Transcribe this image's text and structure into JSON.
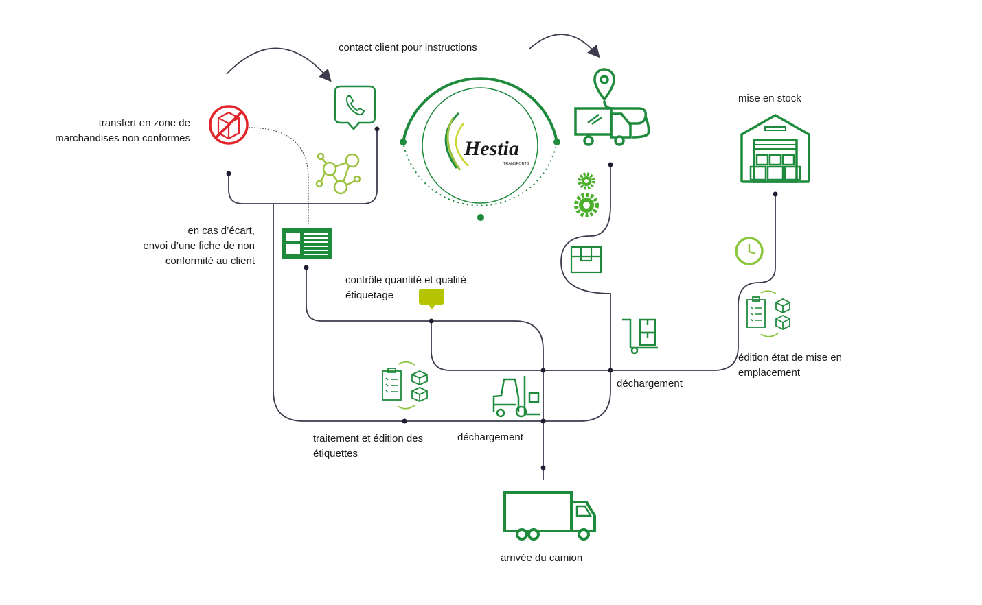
{
  "logo": {
    "name": "Hestia",
    "sub": "TRANSPORTS"
  },
  "labels": {
    "contact": "contact client pour instructions",
    "transfert": [
      "transfert en zone de",
      "marchandises non conformes"
    ],
    "ecart": [
      "en cas d’écart,",
      "envoi d’une fiche de non",
      "conformité au client"
    ],
    "controle": [
      "contrôle quantité et qualité",
      "étiquetage"
    ],
    "mise_en_stock": "mise en stock",
    "edition_etat": [
      "édition état de mise en",
      "emplacement"
    ],
    "dechargement_right": "déchargement",
    "dechargement_mid": "déchargement",
    "traitement": [
      "traitement et édition des",
      "étiquettes"
    ],
    "arrivee": "arrivée du camion"
  },
  "icons": [
    "no-box-icon",
    "phone-icon",
    "network-icon",
    "form-card-icon",
    "chat-bubble-icon",
    "location-truck-icon",
    "gear-small-icon",
    "gear-large-icon",
    "box-icon",
    "hand-truck-icon",
    "warehouse-icon",
    "clock-icon",
    "checklist-boxes-icon",
    "forklift-icon",
    "truck-icon"
  ],
  "colors": {
    "green": "#1e8a3c",
    "lime": "#9ac23c",
    "line": "#3c3c4e",
    "red": "#e3242b",
    "dark": "#1a1a1a"
  }
}
